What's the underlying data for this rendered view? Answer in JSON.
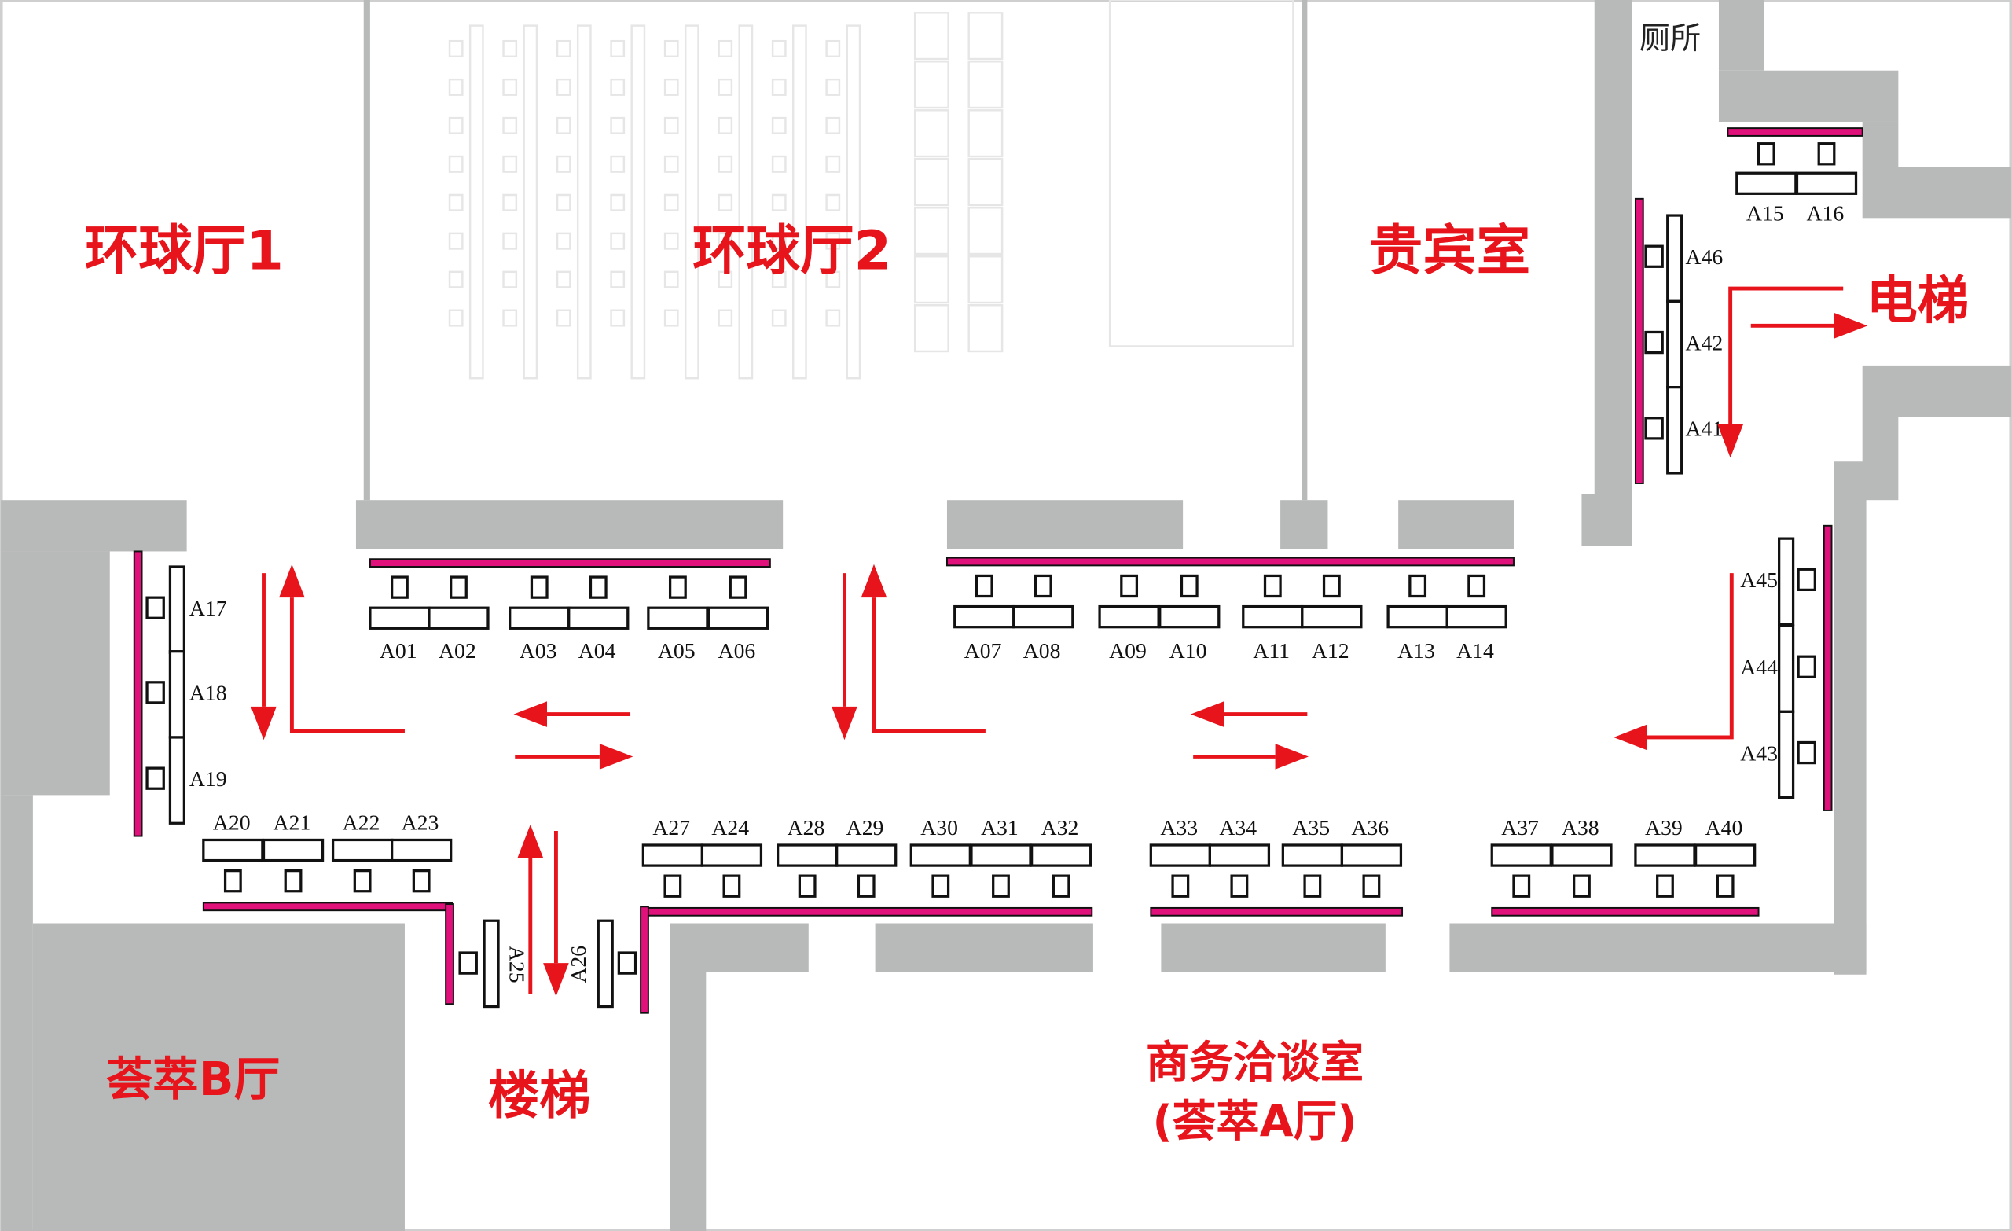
{
  "colors": {
    "wall": "#b8b9b9",
    "booth_wall": "#e0117a",
    "arrow": "#e8141b"
  },
  "rooms": {
    "hall1": "环球厅1",
    "hall2": "环球厅2",
    "vip": "贵宾室",
    "elevator": "电梯",
    "toilet": "厕所",
    "huicui_b": "荟萃B厅",
    "stairs": "楼梯",
    "meeting_line1": "商务洽谈室",
    "meeting_line2": "(荟萃A厅)"
  },
  "booths": {
    "top_left": [
      "A01",
      "A02",
      "A03",
      "A04",
      "A05",
      "A06"
    ],
    "top_right": [
      "A07",
      "A08",
      "A09",
      "A10",
      "A11",
      "A12",
      "A13",
      "A14"
    ],
    "corner_top": [
      "A15",
      "A16"
    ],
    "left_column": [
      "A17",
      "A18",
      "A19"
    ],
    "bottom_left": [
      "A20",
      "A21",
      "A22",
      "A23"
    ],
    "stairs_side": [
      "A25",
      "A26"
    ],
    "bottom_mid": [
      "A27",
      "A24",
      "A28",
      "A29",
      "A30",
      "A31",
      "A32"
    ],
    "bottom_center": [
      "A33",
      "A34",
      "A35",
      "A36"
    ],
    "bottom_right": [
      "A37",
      "A38",
      "A39",
      "A40"
    ],
    "right_column": [
      "A45",
      "A44",
      "A43"
    ],
    "toilet_column": [
      "A46",
      "A42",
      "A41"
    ]
  }
}
